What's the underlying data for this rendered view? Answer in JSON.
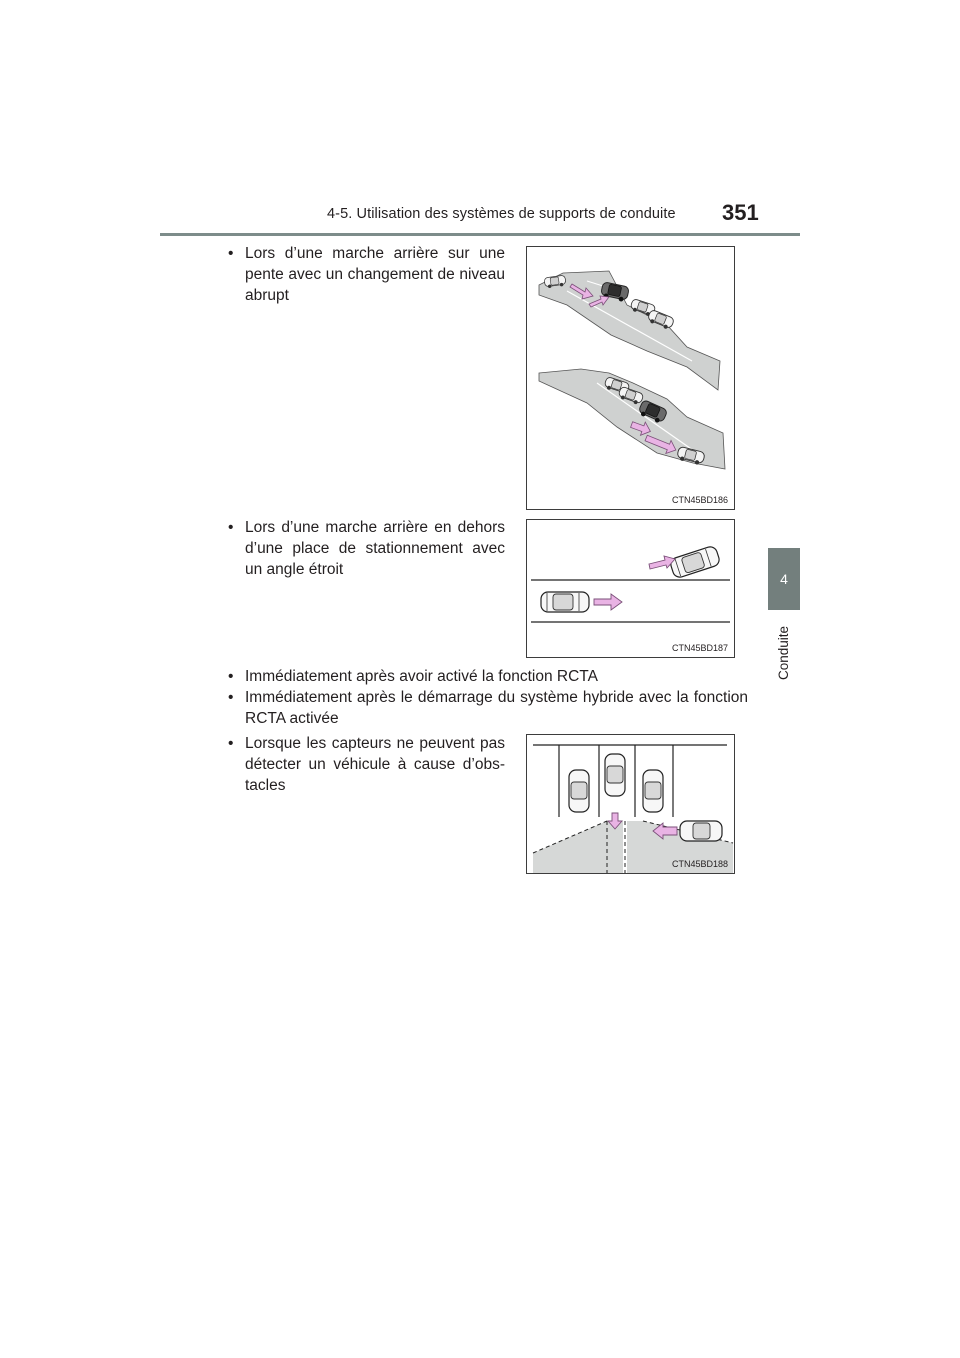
{
  "header": {
    "section_title": "4-5. Utilisation des systèmes de supports de conduite",
    "page_number": "351"
  },
  "side_tab": {
    "chapter_number": "4",
    "chapter_label": "Conduite"
  },
  "bullets": [
    {
      "marker": "•",
      "text": "Lors d’une marche arrière sur une pente avec un changement de niveau abrupt"
    },
    {
      "marker": "•",
      "text": "Lors d’une marche arrière en dehors d’une place de stationnement avec un angle étroit"
    },
    {
      "marker": "•",
      "text": "Immédiatement après avoir activé la fonction RCTA"
    },
    {
      "marker": "•",
      "text": "Immédiatement après le démarrage du système hybride avec la fonction RCTA activée"
    },
    {
      "marker": "•",
      "text": "Lorsque les capteurs ne peuvent pas détecter un véhicule à cause d’obs-tacles"
    }
  ],
  "figures": [
    {
      "code": "CTN45BD186"
    },
    {
      "code": "CTN45BD187"
    },
    {
      "code": "CTN45BD188"
    }
  ],
  "colors": {
    "arrow_fill": "#e9b3e4",
    "arrow_stroke": "#7a4f78",
    "road_gray": "#cfd1d0",
    "tab_gray": "#737f7d",
    "rule_gray": "#7d8c8a"
  }
}
